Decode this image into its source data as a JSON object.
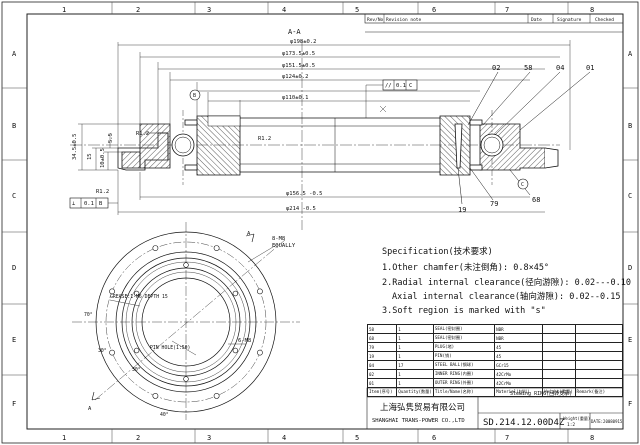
{
  "frame": {
    "columns": [
      "1",
      "2",
      "3",
      "4",
      "5",
      "6",
      "7",
      "8"
    ],
    "rows": [
      "A",
      "B",
      "C",
      "D",
      "E",
      "F"
    ]
  },
  "revision_header": {
    "mark": "Rev/No",
    "note": "Revision note",
    "date": "Date",
    "signature": "Signature",
    "checked": "Checked"
  },
  "section": {
    "title": "A-A",
    "dims_top": [
      "φ198±0.2",
      "φ173.5±0.5",
      "φ151.5±0.5",
      "φ124±0.2",
      "φ110±0.1"
    ],
    "dims_bottom": [
      "φ156.5 -0.5",
      "φ214 -0.5"
    ],
    "left_dims": [
      "34.5±0.5",
      "15",
      "10±0.5",
      "5.5"
    ],
    "labels": {
      "r12": "R1.2",
      "r12b": "R1.2",
      "r12c": "R1.2",
      "datum_b": "B",
      "datum_c": "C",
      "gtol_top_sym": "//",
      "gtol_top_val": "0.1",
      "gtol_top_ref": "C",
      "gtol_left_sym": "⊥",
      "gtol_left_val": "0.1",
      "gtol_left_ref": "B",
      "note_arrow": "U"
    }
  },
  "callouts": [
    "02",
    "58",
    "04",
    "01",
    "19",
    "79",
    "68"
  ],
  "datum_c_right": "C",
  "plan": {
    "label_a_top": "A",
    "label_a_bottom": "A",
    "note_holes": "8-M8",
    "note_equally": "EQUALLY",
    "note_grease": "GREASE:1-M6 DEPTH 15",
    "note_pin": "PIN HOLE(1:50)",
    "note_6m8": "6-M8",
    "angle_labels": [
      "70°",
      "30°",
      "30°",
      "40°"
    ]
  },
  "spec": {
    "title": "Specification(技术要求)",
    "line1": "1.Other chamfer(未注倒角):  0.8×45°",
    "line2": "2.Radial internal clearance(径向游隙): 0.02---0.10",
    "line2b": "Axial internal clearance(轴向游隙):  0.02--0.15",
    "line3": "3.Soft region is marked with \"s\""
  },
  "bom": {
    "rows": [
      [
        "58",
        "1",
        "SEAL(密封圈)",
        "NBR",
        "",
        ""
      ],
      [
        "68",
        "1",
        "SEAL(密封圈)",
        "NBR",
        "",
        ""
      ],
      [
        "79",
        "1",
        "PLUG(堵)",
        "45",
        "",
        ""
      ],
      [
        "19",
        "1",
        "PIN(销)",
        "45",
        "",
        ""
      ],
      [
        "04",
        "17",
        "STEEL BALL(钢球)",
        "GCr15",
        "",
        ""
      ],
      [
        "02",
        "1",
        "INNER RING(内圈)",
        "42CrMo",
        "",
        ""
      ],
      [
        "01",
        "1",
        "OUTER RING(外圈)",
        "42CrMo",
        "",
        ""
      ]
    ],
    "header": [
      "Item(序号)",
      "Quantity(数量)",
      "Title/Name(名称)",
      "Material(材料)",
      "Weight(重量)",
      "Remark(备注)"
    ]
  },
  "title_block": {
    "product": "Slewing RING(回转支承)",
    "company_cn": "上海弘隽贸易有限公司",
    "company_en": "SHANGHAI TRANS-POWER CO.,LTD",
    "drawing_no": "SD.214.12.00D4Z",
    "scale": "1:2",
    "weight_label": "Weight(重量)",
    "date": "DATE:20080915"
  }
}
